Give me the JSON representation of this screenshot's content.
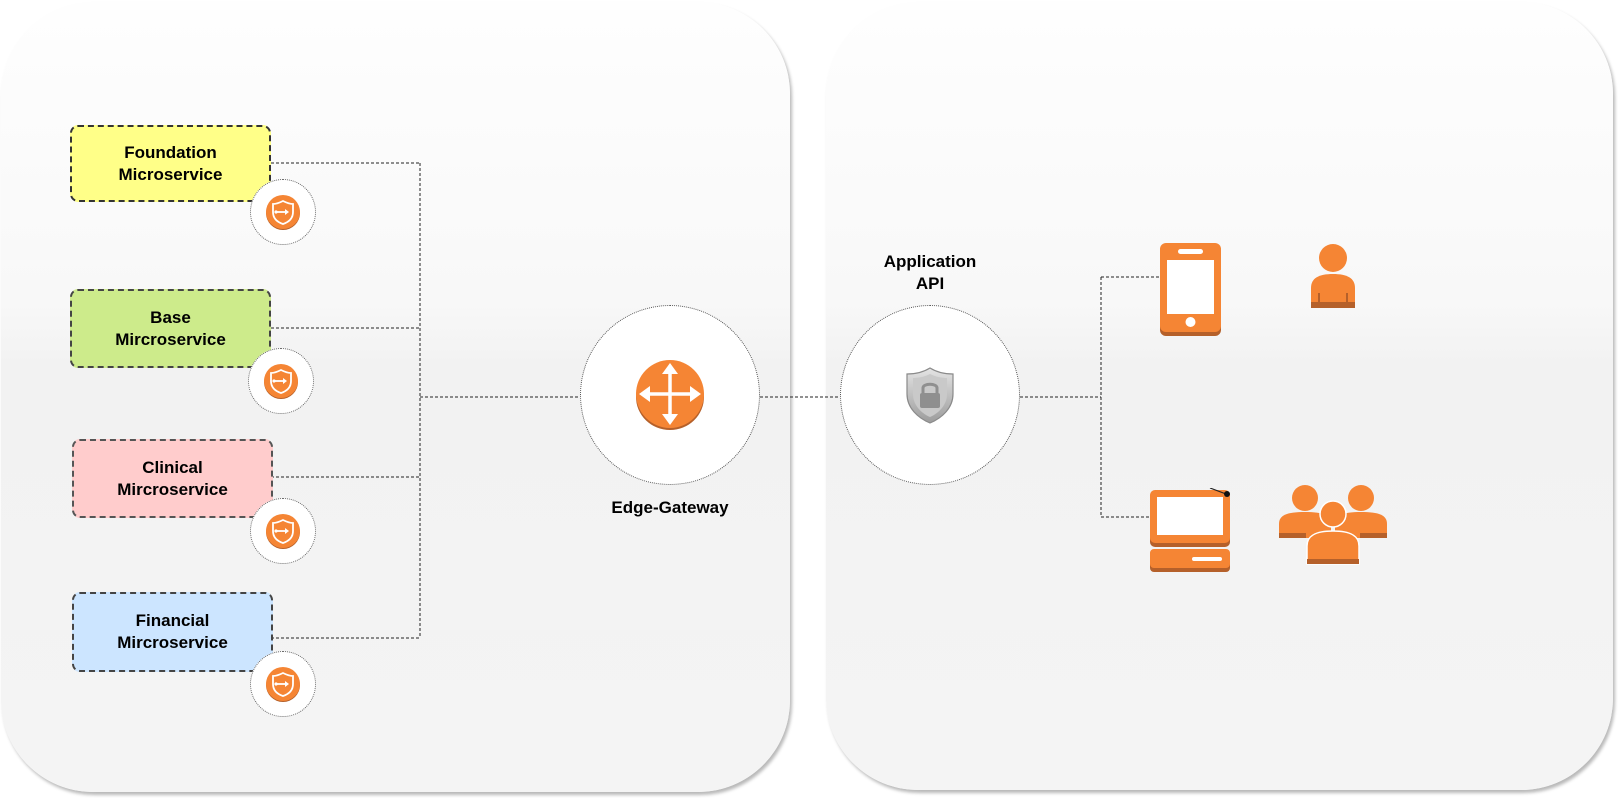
{
  "services": [
    {
      "id": "foundation",
      "label": "Foundation\nMicroservice"
    },
    {
      "id": "base",
      "label": "Base\nMircroservice"
    },
    {
      "id": "clinical",
      "label": "Clinical\nMircroservice"
    },
    {
      "id": "financial",
      "label": "Financial\nMircroservice"
    }
  ],
  "edge_gateway": {
    "label": "Edge-Gateway",
    "icon": "router-icon"
  },
  "application_api": {
    "label": "Application\nAPI",
    "icon": "shield-lock-icon"
  },
  "clients": [
    {
      "icon": "mobile-phone-icon"
    },
    {
      "icon": "user-icon"
    },
    {
      "icon": "desktop-client-icon"
    },
    {
      "icon": "users-group-icon"
    }
  ],
  "service_badge_icon": "endpoint-shield-icon",
  "colors": {
    "foundation": "#ffff88",
    "base": "#cdeb8b",
    "clinical": "#ffcccc",
    "financial": "#cce5ff",
    "aws_orange": "#f58534",
    "panel": "#f4f4f4"
  }
}
